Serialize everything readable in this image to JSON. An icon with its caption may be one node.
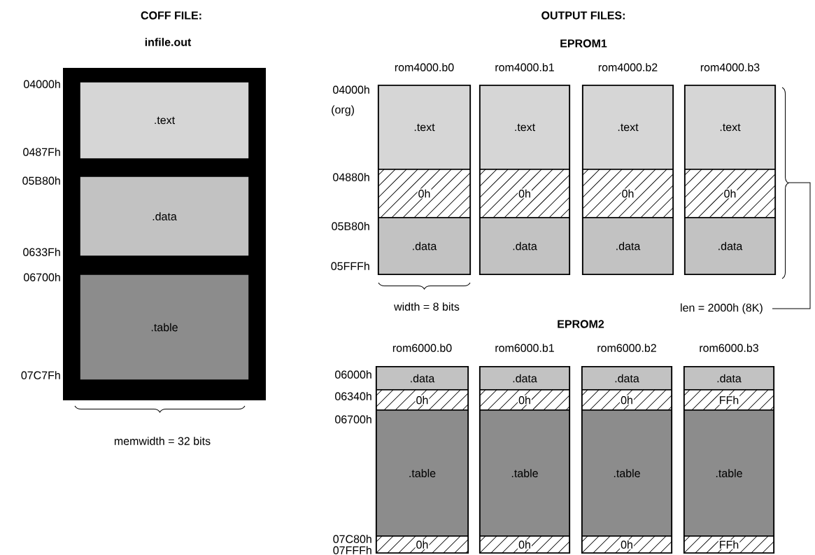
{
  "diagram": {
    "nodes": [
      {
        "text": [
          "COFF FILE:",
          "infile.out"
        ]
      },
      {
        "text": [
          ".text"
        ],
        "in": 0
      },
      {
        "text": [
          ".data"
        ],
        "in": 0
      },
      {
        "text": [
          ".table"
        ],
        "in": 0
      },
      {
        "text": [
          "rom4000.b0"
        ]
      },
      {
        "text": [
          ".text"
        ],
        "in": 4
      },
      {
        "text": [
          "0h"
        ],
        "in": 4
      },
      {
        "text": [
          ".data"
        ],
        "in": 4
      },
      {
        "text": [
          "rom4000.b1"
        ]
      },
      {
        "text": [
          ".text"
        ],
        "in": 8
      },
      {
        "text": [
          "0h"
        ],
        "in": 8
      },
      {
        "text": [
          ".data"
        ],
        "in": 8
      },
      {
        "text": [
          "rom4000.b2"
        ]
      },
      {
        "text": [
          ".text"
        ],
        "in": 12
      },
      {
        "text": [
          "0h"
        ],
        "in": 12
      },
      {
        "text": [
          ".data"
        ],
        "in": 12
      },
      {
        "text": [
          "rom4000.b3"
        ]
      },
      {
        "text": [
          ".text"
        ],
        "in": 16
      },
      {
        "text": [
          "0h"
        ],
        "in": 16
      },
      {
        "text": [
          ".data"
        ],
        "in": 16
      },
      {
        "text": [
          "rom6000.b0"
        ]
      },
      {
        "text": [
          ".data"
        ],
        "in": 20
      },
      {
        "text": [
          "0h"
        ],
        "in": 20
      },
      {
        "text": [
          ".table"
        ],
        "in": 20
      },
      {
        "text": [
          "0h"
        ],
        "in": 20
      },
      {
        "text": [
          "rom6000.b1"
        ]
      },
      {
        "text": [
          ".data"
        ],
        "in": 25
      },
      {
        "text": [
          "0h"
        ],
        "in": 25
      },
      {
        "text": [
          ".table"
        ],
        "in": 25
      },
      {
        "text": [
          "0h"
        ],
        "in": 25
      },
      {
        "text": [
          "rom6000.b2"
        ]
      },
      {
        "text": [
          ".data"
        ],
        "in": 30
      },
      {
        "text": [
          "0h"
        ],
        "in": 30
      },
      {
        "text": [
          ".table"
        ],
        "in": 30
      },
      {
        "text": [
          "0h"
        ],
        "in": 30
      },
      {
        "text": [
          "rom6000.b3"
        ]
      },
      {
        "text": [
          ".data"
        ],
        "in": 35
      },
      {
        "text": [
          "FFh"
        ],
        "in": 35
      },
      {
        "text": [
          ".table"
        ],
        "in": 35
      },
      {
        "text": [
          "FFh"
        ],
        "in": 35
      }
    ],
    "labels": [
      "OUTPUT FILES:",
      "EPROM1",
      "04000h",
      "0487Fh",
      "05B80h",
      "0633Fh",
      "06700h",
      "07C7Fh",
      "memwidth = 32 bits",
      "04000h",
      "(org)",
      "04880h",
      "05B80h",
      "05FFFh",
      "width = 8 bits",
      "len = 2000h (8K)",
      "EPROM2",
      "06000h",
      "06340h",
      "06700h",
      "07C80h",
      "07FFFh"
    ]
  }
}
